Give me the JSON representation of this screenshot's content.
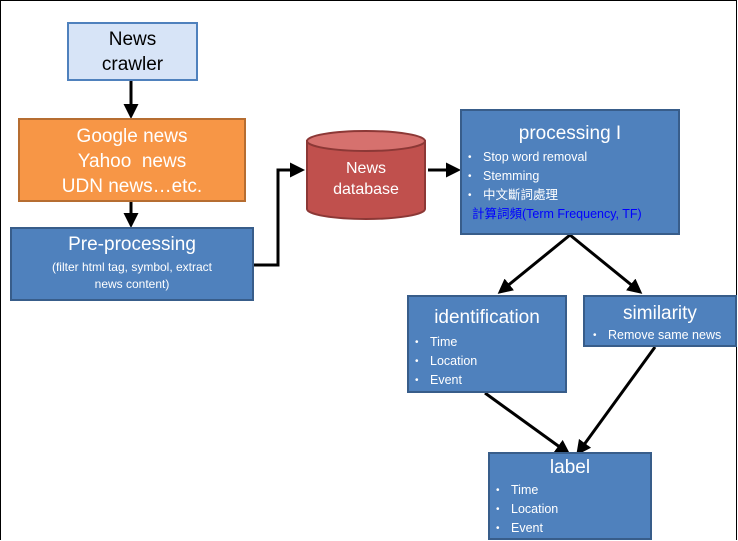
{
  "crawler": {
    "line1": "News",
    "line2": "crawler"
  },
  "sources": {
    "line1": "Google news",
    "line2": "Yahoo  news",
    "line3": "UDN news…etc."
  },
  "preprocessing": {
    "title": "Pre-processing",
    "detail_line1": "(filter html tag, symbol, extract",
    "detail_line2": "news content)"
  },
  "database": {
    "line1": "News",
    "line2": "database"
  },
  "processing": {
    "title": "processing I",
    "items": [
      "Stop word removal",
      "Stemming",
      "中文斷詞處理"
    ],
    "tf_label": "計算詞頻(Term Frequency, TF)"
  },
  "identification": {
    "title": "identification",
    "items": [
      "Time",
      "Location",
      "Event"
    ]
  },
  "similarity": {
    "title": "similarity",
    "items": [
      "Remove same news"
    ]
  },
  "label": {
    "title": "label",
    "items": [
      "Time",
      "Location",
      "Event"
    ]
  },
  "colors": {
    "box_fill": "#4f81bd",
    "box_border": "#385d8a",
    "crawler_fill": "#d7e4f7",
    "sources_fill": "#f79646",
    "db_fill": "#c0504d",
    "tf_text": "#0000ff"
  }
}
